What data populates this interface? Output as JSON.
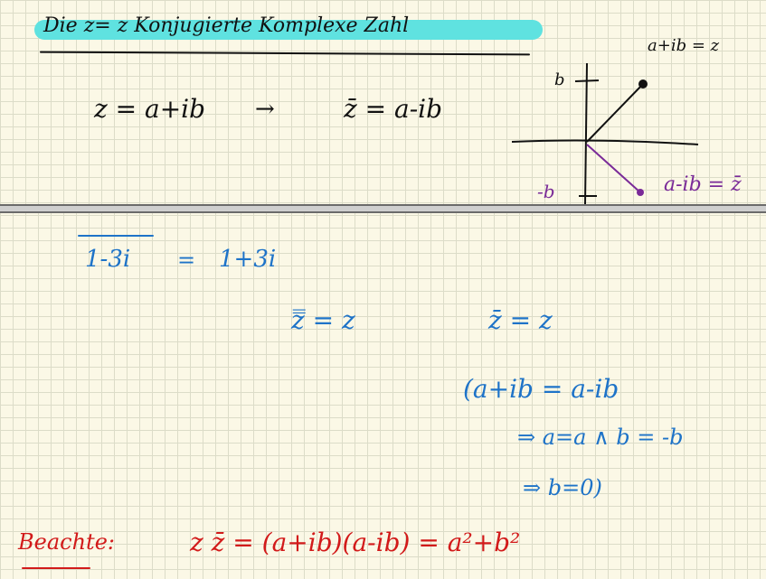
{
  "colors": {
    "black": "#111111",
    "blue": "#1e73c8",
    "purple": "#7a2a98",
    "red": "#d21a1a",
    "highlight": "#5fe2e0"
  },
  "page1": {
    "title": "Die z= z Konjugierte Komplexe Zahl",
    "eq_left": "z = a+ib",
    "arrow": "→",
    "eq_right": "z̄ = a-ib",
    "graph": {
      "label_top": "a+ib = z",
      "label_bottom": "a-ib = z̄",
      "tick_top": "b",
      "tick_bottom": "-b"
    }
  },
  "page2": {
    "line1_left": "1-3i",
    "line1_eq": "=",
    "line1_right": "1+3i",
    "line2_a": "z̿ = z",
    "line2_b": "z̄ = z",
    "step1": "(a+ib = a-ib",
    "step2": "⇒ a=a ∧ b = -b",
    "step3": "⇒ b=0)",
    "beweis_label": "Beachte:",
    "beweis_expr": "z z̄ = (a+ib)(a-ib) = a²+b²"
  }
}
